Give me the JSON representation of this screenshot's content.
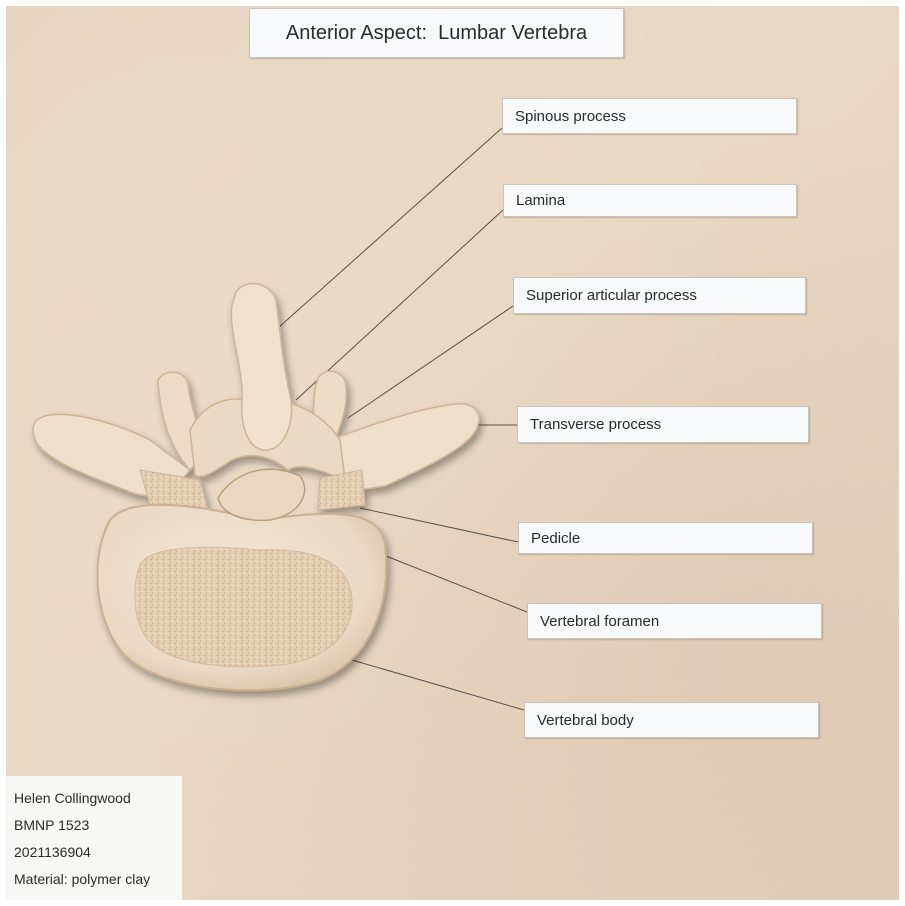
{
  "title": "Anterior Aspect:  Lumbar Vertebra",
  "labels": {
    "spinous_process": "Spinous process",
    "lamina": "Lamina",
    "superior_articular_process": "Superior articular process",
    "transverse_process": "Transverse process",
    "pedicle": "Pedicle",
    "vertebral_foramen": "Vertebral foramen",
    "vertebral_body": "Vertebral body"
  },
  "info_card": {
    "name": "Helen Collingwood",
    "course": "BMNP 1523",
    "student_id": "2021136904",
    "material": "Material: polymer clay"
  },
  "colors": {
    "board": "#e6d3bd",
    "clay": "#efe0cb",
    "clay_shadow": "#c9b293",
    "leader_line": "#5a5048"
  }
}
